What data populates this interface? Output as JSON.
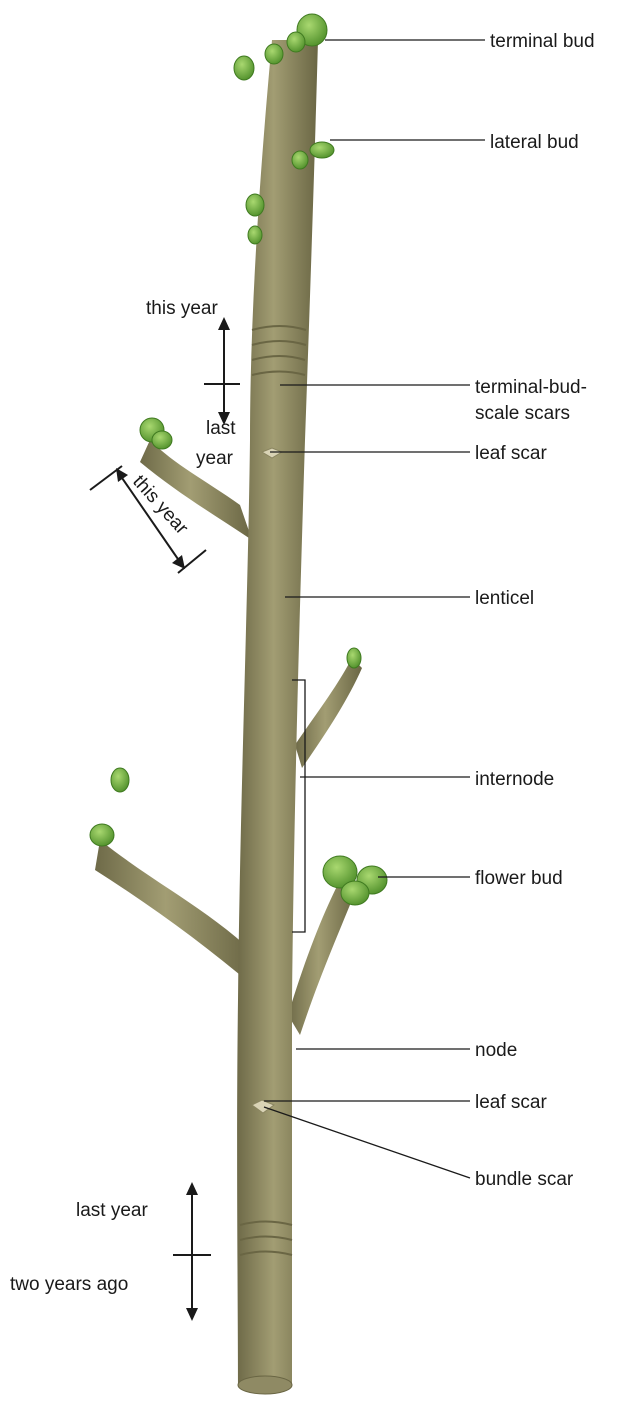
{
  "labels": {
    "terminal_bud": "terminal bud",
    "lateral_bud": "lateral bud",
    "terminal_bud_scale_scars_line1": "terminal-bud-",
    "terminal_bud_scale_scars_line2": "scale scars",
    "leaf_scar_upper": "leaf scar",
    "lenticel": "lenticel",
    "internode": "internode",
    "flower_bud": "flower bud",
    "node": "node",
    "leaf_scar_lower": "leaf scar",
    "bundle_scar": "bundle scar"
  },
  "growth_markers": {
    "top_this_year": "this year",
    "top_last_year_line1": "last",
    "top_last_year_line2": "year",
    "branch_this_year": "this year",
    "bottom_last_year": "last year",
    "bottom_two_years_ago": "two years ago"
  },
  "colors": {
    "stem": "#8a8560",
    "stem_shade": "#6e6a48",
    "stem_highlight": "#a7a27a",
    "bud": "#6fae3e",
    "bud_highlight": "#9fd069",
    "scar": "#d9d3b5"
  }
}
